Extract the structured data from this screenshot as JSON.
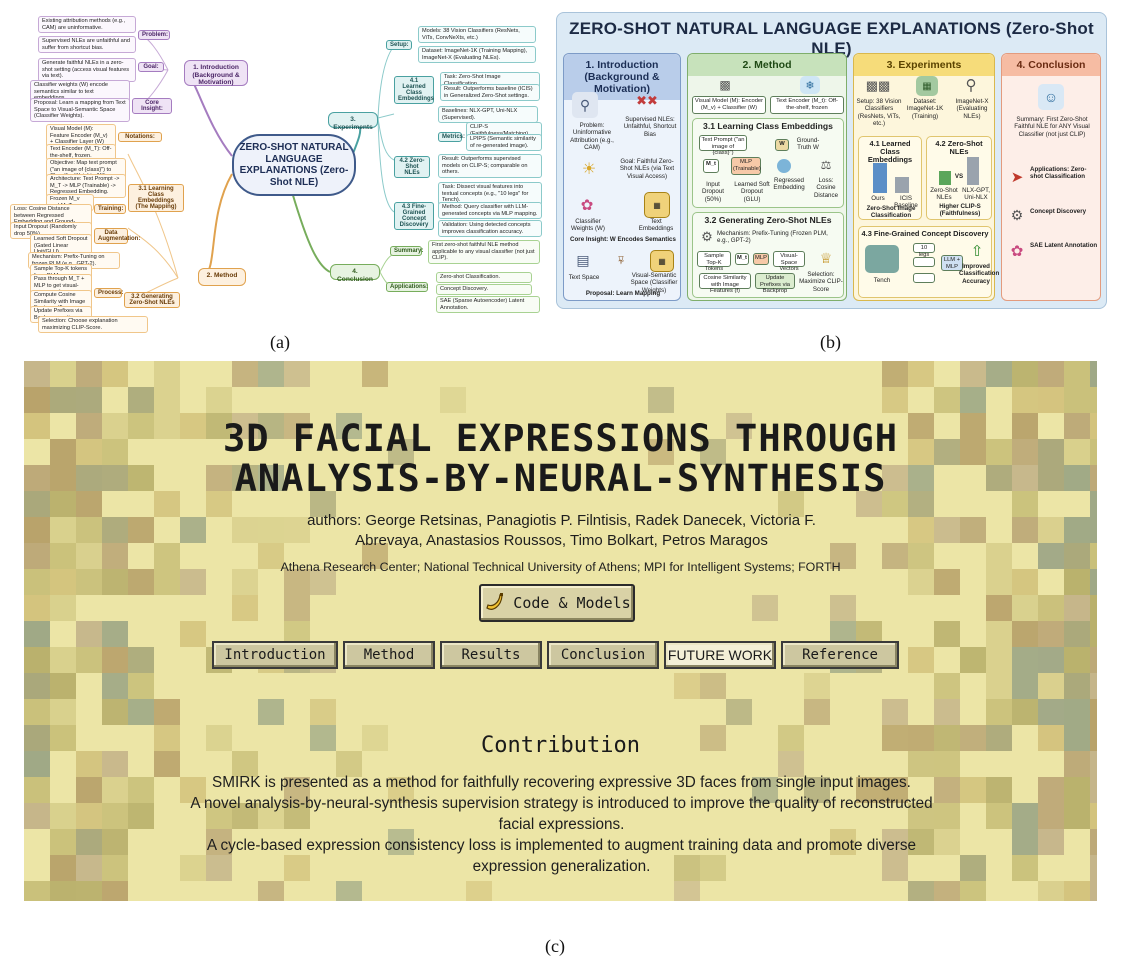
{
  "captions": {
    "a": "(a)",
    "b": "(b)",
    "c": "(c)"
  },
  "mindmap": {
    "center": "ZERO-SHOT NATURAL LANGUAGE EXPLANATIONS (Zero-Shot NLE)",
    "intro": {
      "branch": "1. Introduction (Background & Motivation)",
      "problem_label": "Problem:",
      "problem_1": "Existing attribution methods (e.g., CAM) are uninformative.",
      "problem_2": "Supervised NLEs are unfaithful and suffer from shortcut bias.",
      "goal_label": "Goal:",
      "goal_1": "Generate faithful NLEs in a zero-shot setting (access visual features via text).",
      "insight_label": "Core Insight:",
      "insight_1": "Classifier weights (W) encode semantics similar to text embeddings.",
      "insight_2": "Proposal: Learn a mapping from Text Space to Visual-Semantic Space (Classifier Weights)."
    },
    "method": {
      "branch": "2. Method",
      "notations_label": "Notations:",
      "notation_1": "Visual Model (M): Feature Encoder (M_v) + Classifier Layer (W)",
      "notation_2": "Text Encoder (M_T): Off-the-shelf, frozen.",
      "sub31": "3.1 Learning Class Embeddings (The Mapping)",
      "objective": "Objective: Map text prompt (\"an image of {class}\") to Classifier Weights (W).",
      "architecture": "Architecture: Text Prompt -> M_T -> MLP (Trainable) -> Regressed Embedding.",
      "training_label": "Training:",
      "train_1": "Frozen M_v and M_T.",
      "train_2": "Loss: Cosine Distance between Regressed Embedding and Ground-Truth W.",
      "aug_label": "Data Augmentation:",
      "aug_1": "Input Dropout (Randomly drop 50%).",
      "aug_2": "Learned Soft Dropout (Gated Linear Unit/GLU).",
      "sub32": "3.2 Generating Zero-Shot NLEs",
      "mechanism": "Mechanism: Prefix-Tuning on frozen PLM (e.g., GPT-2).",
      "process_label": "Process:",
      "proc_1": "Sample Top-K tokens from PLM.",
      "proc_2": "Pass through M_T + MLP to get visual-space vectors.",
      "proc_3": "Compute Cosine Similarity with Image Features (f).",
      "proc_4": "Update Prefixes via Backpropagation.",
      "selection": "Selection: Choose explanation maximizing CLIP-Score."
    },
    "experiments": {
      "branch": "3. Experiments",
      "setup_label": "Setup:",
      "setup_1": "Models: 38 Vision Classifiers (ResNets, ViTs, ConvNeXts, etc.)",
      "setup_2": "Dataset: ImageNet-1K (Training Mapping), ImageNet-X (Evaluating NLEs).",
      "sub41": "4.1 Learned Class Embeddings",
      "e41_1": "Task: Zero-Shot Image Classification.",
      "e41_2": "Result: Outperforms baseline (ICIS) in Generalized Zero-Shot settings.",
      "sub42": "4.2 Zero-Shot NLEs",
      "baselines": "Baselines: NLX-GPT, Uni-NLX (Supervised).",
      "metrics_label": "Metrics:",
      "metric_1": "CLIP-S (Faithfulness/Matching).",
      "metric_2": "LPIPS (Semantic similarity of re-generated image).",
      "e42_result": "Result: Outperforms supervised models on CLIP-S; comparable on others.",
      "sub43": "4.3 Fine-Grained Concept Discovery",
      "e43_1": "Task: Dissect visual features into textual concepts (e.g., \"10 legs\" for Tench).",
      "e43_2": "Method: Query classifier with LLM-generated concepts via MLP mapping.",
      "e43_3": "Validation: Using detected concepts improves classification accuracy."
    },
    "conclusion": {
      "branch": "4. Conclusion",
      "summary_label": "Summary:",
      "summary_1": "First zero-shot faithful NLE method applicable to any visual classifier (not just CLIP).",
      "apps_label": "Applications:",
      "app_1": "Zero-shot Classification.",
      "app_2": "Concept Discovery.",
      "app_3": "SAE (Sparse Autoencoder) Latent Annotation."
    }
  },
  "poster": {
    "title": "ZERO-SHOT NATURAL LANGUAGE EXPLANATIONS (Zero-Shot NLE)",
    "col1": {
      "head": "1. Introduction (Background & Motivation)",
      "problem": "Problem: Uninformative Attribution (e.g., CAM)",
      "supervised": "Supervised NLEs: Unfaithful, Shortcut Bias",
      "goal": "Goal: Faithful Zero-Shot NLEs (via Text Visual Access)",
      "classifier": "Classifier Weights (W)",
      "text_emb": "Text Embeddings",
      "core": "Core Insight: W Encodes Semantics",
      "text_space": "Text Space",
      "vis_space": "Visual-Semantic Space (Classifier Weights)",
      "proposal": "Proposal: Learn Mapping"
    },
    "col2": {
      "head": "2. Method",
      "visual_model": "Visual Model (M): Encoder (M_v) + Classifier (W)",
      "text_encoder": "Text Encoder (M_t): Off-the-shelf, frozen",
      "sub31": "3.1 Learning Class Embeddings",
      "prompt": "Text Prompt (\"an image of {class}\")",
      "mt": "M_t",
      "mlp": "MLP (Trainable)",
      "w": "W",
      "gt": "Ground-Truth W",
      "input_dropout": "Input Dropout (50%)",
      "soft_dropout": "Learned Soft Dropout (GLU)",
      "regressed": "Regressed Embedding",
      "loss": "Loss: Cosine Distance",
      "sub32": "3.2 Generating Zero-Shot NLEs",
      "mechanism": "Mechanism: Prefix-Tuning (Frozen PLM, e.g., GPT-2)",
      "sample": "Sample Top-K Tokens",
      "mlp2": "MLP",
      "vis_vectors": "Visual-Space Vectors",
      "cosine": "Cosine Similarity with Image Features (f)",
      "update": "Update Prefixes via Backprop",
      "selection": "Selection: Maximize CLIP-Score"
    },
    "col3": {
      "head": "3. Experiments",
      "setup": "Setup: 38 Vision Classifiers (ResNets, ViTs, etc.)",
      "dataset": "Dataset: ImageNet-1K (Training)",
      "imagenetx": "ImageNet-X (Evaluating NLEs)",
      "sub41": "4.1 Learned Class Embeddings",
      "ours": "Ours",
      "icis": "ICIS Baseline",
      "zs_class": "Zero-Shot Image Classification",
      "sub42": "4.2 Zero-Shot NLEs",
      "zs_nles": "Zero-Shot NLEs",
      "vs": "VS",
      "nlx": "NLX-GPT, Uni-NLX",
      "higher": "Higher CLIP-S (Faithfulness)",
      "sub43": "4.3 Fine-Grained Concept Discovery",
      "legs": "10 legs",
      "llm": "LLM + MLP",
      "tench": "Tench",
      "improved": "Improved Classification Accuracy"
    },
    "col4": {
      "head": "4. Conclusion",
      "summary": "Summary: First Zero-Shot Faithful NLE for ANY Visual Classifier (not just CLIP)",
      "apps": "Applications: Zero-shot Classification",
      "concept": "Concept Discovery",
      "sae": "SAE Latent Annotation"
    }
  },
  "webpage": {
    "title_line1": "3D FACIAL EXPRESSIONS THROUGH",
    "title_line2": "ANALYSIS-BY-NEURAL-SYNTHESIS",
    "authors": "authors: George Retsinas, Panagiotis P. Filntisis, Radek Danecek, Victoria F. Abrevaya, Anastasios Roussos, Timo Bolkart, Petros Maragos",
    "affiliations": "Athena Research Center; National Technical University of Athens; MPI for Intelligent Systems; FORTH",
    "code_button": "Code & Models",
    "code_icon": "banana-icon",
    "tabs": [
      "Introduction",
      "Method",
      "Results",
      "Conclusion",
      "FUTURE WORK",
      "Reference"
    ],
    "active_tab": "FUTURE WORK",
    "contribution_title": "Contribution",
    "contribution_lines": [
      "SMIRK is presented as a method for faithfully recovering expressive 3D faces from single input images.",
      "A novel analysis-by-neural-synthesis supervision strategy is introduced to improve the quality of reconstructed facial expressions.",
      "A cycle-based expression consistency loss is implemented to augment training data and promote diverse expression generalization."
    ],
    "colors": {
      "background": "#ece5a6",
      "tab": "#cdc7a0",
      "active_tab": "#f3efd6"
    }
  }
}
